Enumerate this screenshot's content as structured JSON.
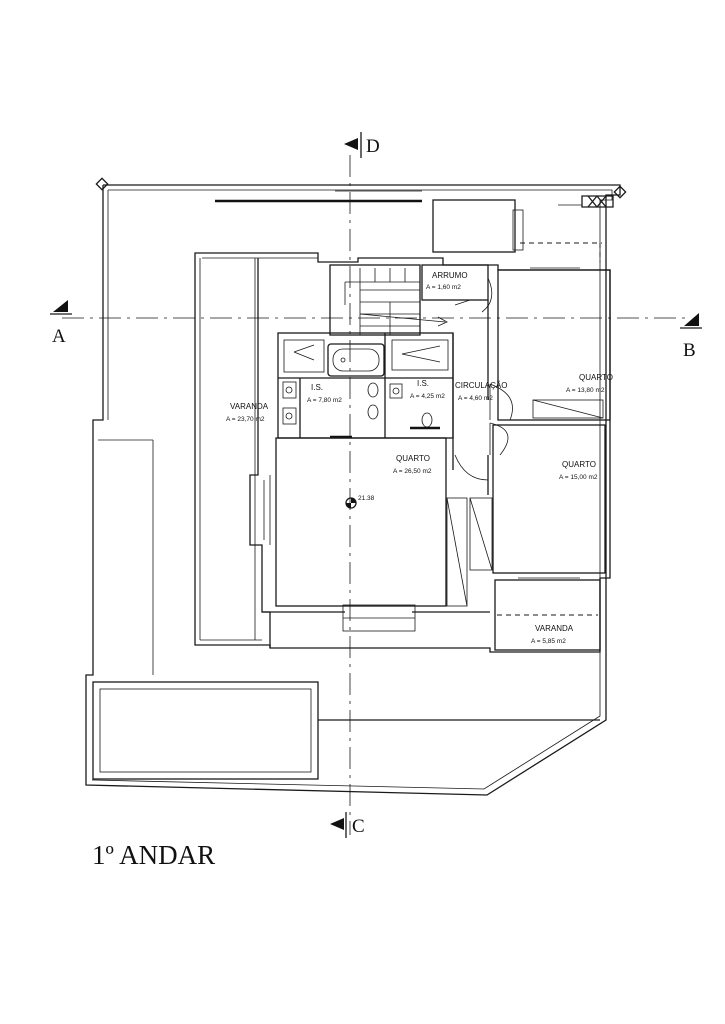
{
  "title": "1º ANDAR",
  "sections": {
    "a": "A",
    "b": "B",
    "c": "C",
    "d": "D"
  },
  "elevation": "21.38",
  "rooms": {
    "arrumo": {
      "name": "ARRUMO",
      "area": "A = 1,60 m2"
    },
    "is_main": {
      "name": "I.S.",
      "area": "A = 7,80 m2"
    },
    "is_small": {
      "name": "I.S.",
      "area": "A = 4,25 m2"
    },
    "circulacao": {
      "name": "CIRCULAÇÃO",
      "area": "A = 4,60 m2"
    },
    "quarto_ne": {
      "name": "QUARTO",
      "area": "A = 13,80 m2"
    },
    "varanda_w": {
      "name": "VARANDA",
      "area": "A = 23,70 m2"
    },
    "quarto_main": {
      "name": "QUARTO",
      "area": "A = 26,50 m2"
    },
    "quarto_e": {
      "name": "QUARTO",
      "area": "A = 15,00 m2"
    },
    "varanda_se": {
      "name": "VARANDA",
      "area": "A = 5,85 m2"
    }
  }
}
